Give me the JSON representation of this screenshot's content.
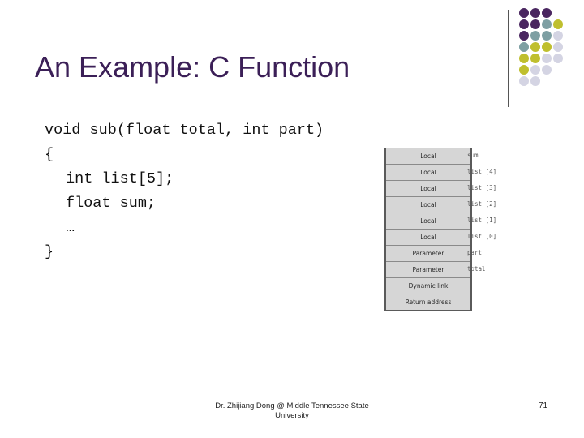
{
  "slide": {
    "title": "An Example: C Function",
    "code_lines": [
      "void sub(float total, int part)",
      "{",
      "int list[5];",
      "float sum;",
      "…",
      "}"
    ],
    "figure": {
      "cells": [
        "Local",
        "Local",
        "Local",
        "Local",
        "Local",
        "Local",
        "Parameter",
        "Parameter",
        "Dynamic link",
        "Return address"
      ],
      "variables": [
        "sum",
        "list [4]",
        "list [3]",
        "list [2]",
        "list [1]",
        "list [0]",
        "part",
        "total"
      ]
    },
    "footer": "Dr. Zhijiang Dong @ Middle Tennessee State University",
    "page_number": "71"
  },
  "colors": {
    "purple": "#4a2660",
    "teal": "#7e9fa3",
    "olive": "#bfbf2e",
    "lavender": "#d4d4e3",
    "title": "#3b1f57"
  }
}
